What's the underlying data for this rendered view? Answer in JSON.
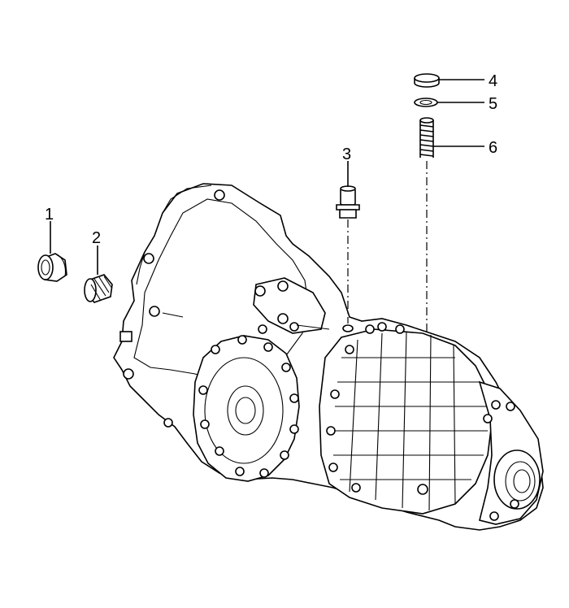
{
  "diagram": {
    "callouts": [
      {
        "id": "1",
        "label": "1",
        "part": "bearing-ring"
      },
      {
        "id": "2",
        "label": "2",
        "part": "needle-bearing"
      },
      {
        "id": "3",
        "label": "3",
        "part": "pin-bolt"
      },
      {
        "id": "4",
        "label": "4",
        "part": "cap"
      },
      {
        "id": "5",
        "label": "5",
        "part": "washer"
      },
      {
        "id": "6",
        "label": "6",
        "part": "spring"
      }
    ],
    "colors": {
      "line": "#000000",
      "background": "#ffffff"
    }
  }
}
